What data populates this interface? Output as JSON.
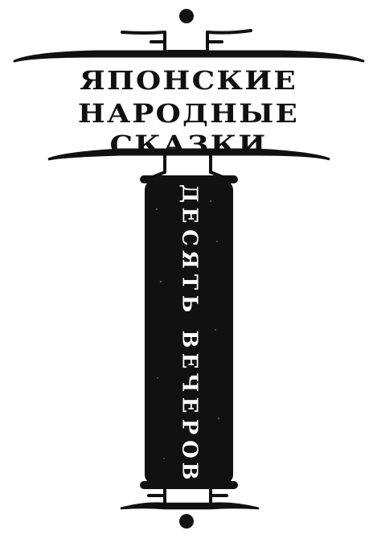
{
  "cover": {
    "title_lines": [
      "ЯПОНСКИЕ",
      "НАРОДНЫЕ",
      "СКАЗКИ"
    ],
    "scroll_title": "ДЕСЯТЬ ВЕЧЕРОВ",
    "colors": {
      "ink": "#111111",
      "paper": "#ffffff"
    }
  }
}
